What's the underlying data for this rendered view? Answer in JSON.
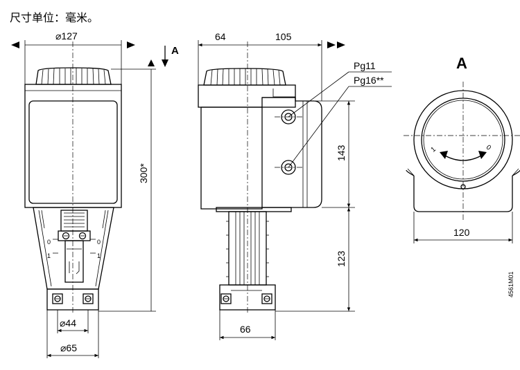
{
  "title": "尺寸单位：毫米。",
  "view_label": "A",
  "view_arrow_label": "A",
  "dimensions": {
    "front_width": "⌀127",
    "height_total": "300*",
    "bottom_inner": "⌀44",
    "bottom_outer": "⌀65",
    "side_left": "64",
    "side_right": "105",
    "side_upper_height": "143",
    "side_lower_height": "123",
    "side_bottom": "66",
    "top_view_width": "120"
  },
  "callouts": {
    "pg11": "Pg11",
    "pg16": "Pg16**"
  },
  "scale_marks": {
    "front_left_0": "0",
    "front_left_1": "1",
    "front_right_0": "0",
    "front_right_1": "1",
    "knob_1": "1",
    "knob_0": "0"
  },
  "drawing_code": "4561M01"
}
